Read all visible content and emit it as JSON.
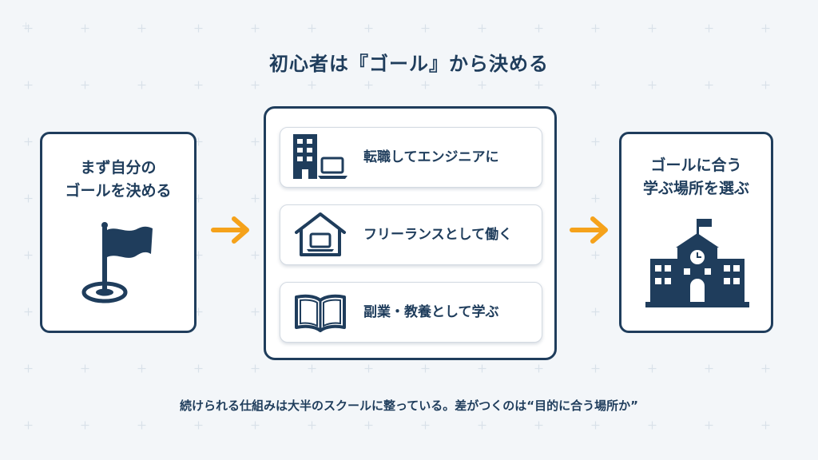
{
  "title": "初心者は『ゴール』から決める",
  "left_card": {
    "line1": "まず自分の",
    "line2": "ゴールを決める",
    "icon": "flag-icon"
  },
  "center_card": {
    "options": [
      {
        "label": "転職してエンジニアに",
        "icon": "building-laptop-icon"
      },
      {
        "label": "フリーランスとして働く",
        "icon": "house-laptop-icon"
      },
      {
        "label": "副業・教養として学ぶ",
        "icon": "open-book-icon"
      }
    ]
  },
  "right_card": {
    "line1": "ゴールに合う",
    "line2": "学ぶ場所を選ぶ",
    "icon": "school-building-icon"
  },
  "footer": "続けられる仕組みは大半のスクールに整っている。差がつくのは“目的に合う場所か”",
  "colors": {
    "navy": "#1f3d5c",
    "accent_orange": "#f5a21b",
    "background": "#f3f6f9"
  }
}
